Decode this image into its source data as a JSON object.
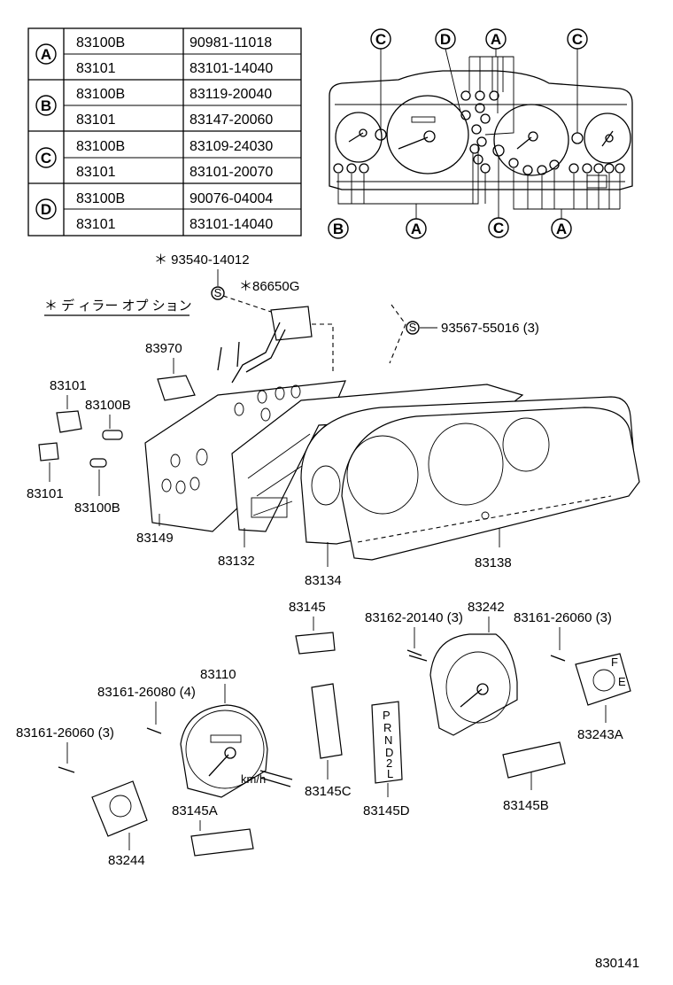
{
  "table": {
    "rows": [
      {
        "letter": "A",
        "items": [
          [
            "83100B",
            "90981-11018"
          ],
          [
            "83101",
            "83101-14040"
          ]
        ]
      },
      {
        "letter": "B",
        "items": [
          [
            "83100B",
            "83119-20040"
          ],
          [
            "83101",
            "83147-20060"
          ]
        ]
      },
      {
        "letter": "C",
        "items": [
          [
            "83100B",
            "83109-24030"
          ],
          [
            "83101",
            "83101-20070"
          ]
        ]
      },
      {
        "letter": "D",
        "items": [
          [
            "83100B",
            "90076-04004"
          ],
          [
            "83101",
            "83101-14040"
          ]
        ]
      }
    ]
  },
  "legend": {
    "bulb_letters_top": [
      "C",
      "D",
      "A",
      "C"
    ],
    "bulb_letters_bottom": [
      "B",
      "A",
      "C",
      "A"
    ]
  },
  "note": {
    "text": "＊ デ ィラー オプ ション"
  },
  "labels": {
    "p93540": "＊ 93540-14012",
    "p86650g": "＊86650G",
    "p93567": "93567-55016 (3)",
    "p83970": "83970",
    "p83101a": "83101",
    "p83100ba": "83100B",
    "p83101b": "83101",
    "p83100bb": "83100B",
    "p83149": "83149",
    "p83132": "83132",
    "p83134": "83134",
    "p83138": "83138",
    "p83145": "83145",
    "p83162": "83162-20140 (3)",
    "p83242": "83242",
    "p83161_26060b": "83161-26060 (3)",
    "p83110": "83110",
    "p83161_26080": "83161-26080 (4)",
    "p83161_26060a": "83161-26060 (3)",
    "p83243a": "83243A",
    "p83145c": "83145C",
    "p83145d": "83145D",
    "p83145b": "83145B",
    "p83145a": "83145A",
    "p83244": "83244",
    "diagram_no": "830141"
  },
  "glyphs": {
    "s_mark": "S",
    "speed_unit": "km/h",
    "gear_chars": [
      "P",
      "R",
      "N",
      "D",
      "2",
      "L"
    ],
    "gauge_marks": [
      "F",
      "E"
    ]
  }
}
